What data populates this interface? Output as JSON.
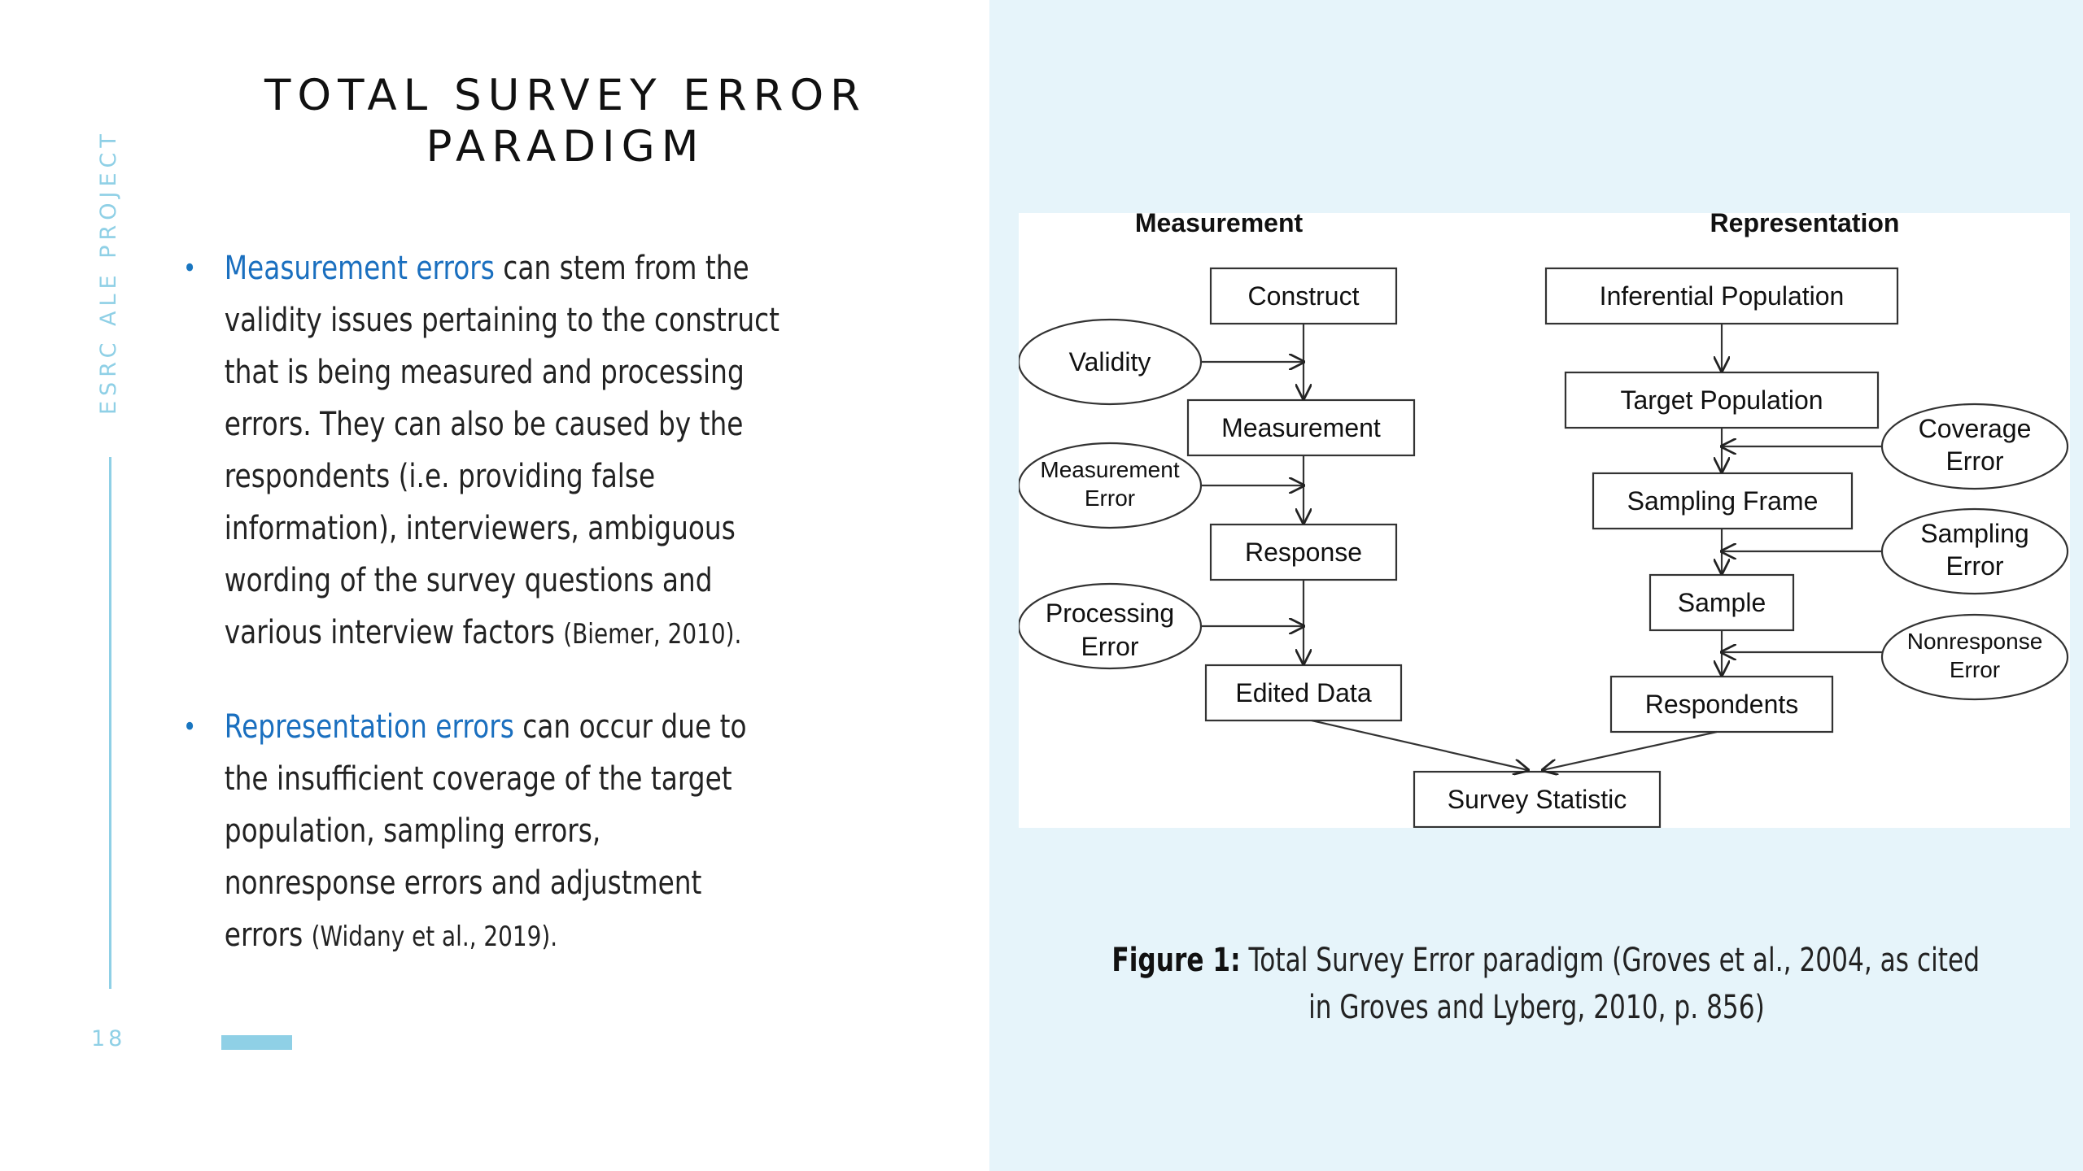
{
  "slide": {
    "side_label": "ESRC ALE PROJECT",
    "page_number": "18",
    "title_line1": "TOTAL SURVEY ERROR",
    "title_line2": "PARADIGM"
  },
  "bullets": [
    {
      "highlight": "Measurement errors",
      "text": " can stem from the validity issues pertaining to the construct that is being measured and processing errors. They can also be caused by the respondents (i.e. providing false information), interviewers, ambiguous wording of the survey questions and various interview factors ",
      "citation": "(Biemer, 2010)."
    },
    {
      "highlight": "Representation errors",
      "text": " can occur due to the insufficient coverage of the target population, sampling errors, nonresponse errors and adjustment errors ",
      "citation": "(Widany et al., 2019)."
    }
  ],
  "diagram": {
    "heading_left": "Measurement",
    "heading_right": "Representation",
    "construct": "Construct",
    "measurement": "Measurement",
    "response": "Response",
    "edited_data": "Edited Data",
    "validity": "Validity",
    "measurement_error_1": "Measurement",
    "measurement_error_2": "Error",
    "processing_error_1": "Processing",
    "processing_error_2": "Error",
    "inferential_population": "Inferential Population",
    "target_population": "Target Population",
    "sampling_frame": "Sampling Frame",
    "sample": "Sample",
    "respondents": "Respondents",
    "coverage_error_1": "Coverage",
    "coverage_error_2": "Error",
    "sampling_error_1": "Sampling",
    "sampling_error_2": "Error",
    "nonresponse_error_1": "Nonresponse",
    "nonresponse_error_2": "Error",
    "survey_statistic": "Survey Statistic"
  },
  "caption": {
    "label": "Figure 1:",
    "line1": " Total Survey Error paradigm (Groves et al., 2004, as cited",
    "line2": "in Groves and Lyberg, 2010, p. 856)"
  },
  "colors": {
    "accent_light": "#8fd0e6",
    "highlight_blue": "#1a6fbf",
    "right_panel_bg": "#e6f4fa"
  }
}
